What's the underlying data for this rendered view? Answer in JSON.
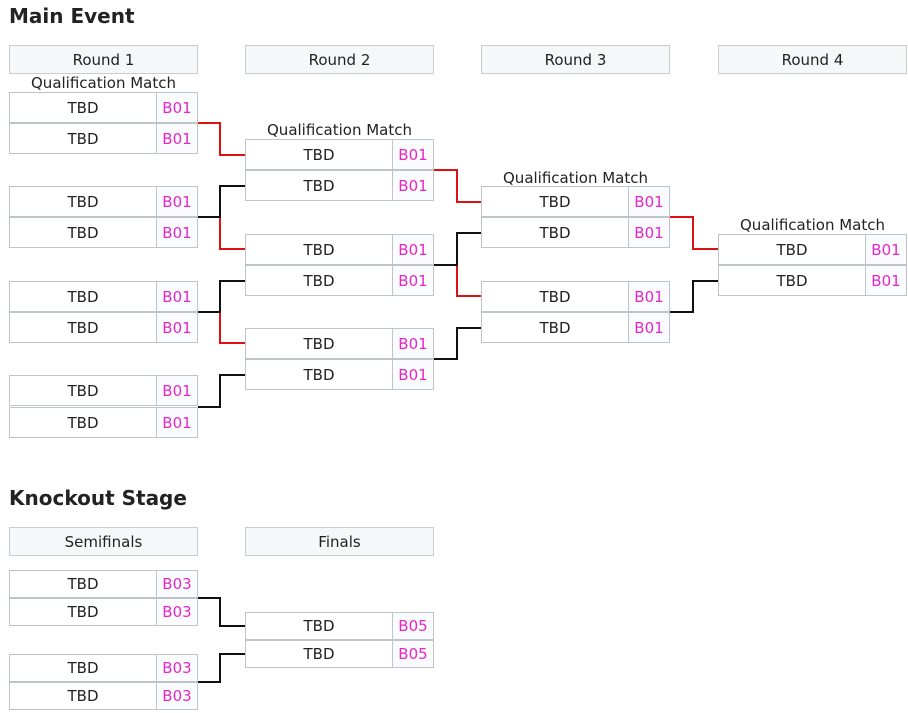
{
  "main_event": {
    "title": "Main Event",
    "rounds": [
      "Round 1",
      "Round 2",
      "Round 3",
      "Round 4"
    ],
    "match_label": "Qualification Match",
    "round1": [
      {
        "teams": [
          "TBD",
          "TBD"
        ],
        "bo": [
          "B01",
          "B01"
        ]
      },
      {
        "teams": [
          "TBD",
          "TBD"
        ],
        "bo": [
          "B01",
          "B01"
        ]
      },
      {
        "teams": [
          "TBD",
          "TBD"
        ],
        "bo": [
          "B01",
          "B01"
        ]
      },
      {
        "teams": [
          "TBD",
          "TBD"
        ],
        "bo": [
          "B01",
          "B01"
        ]
      }
    ],
    "round2": [
      {
        "teams": [
          "TBD",
          "TBD"
        ],
        "bo": [
          "B01",
          "B01"
        ]
      },
      {
        "teams": [
          "TBD",
          "TBD"
        ],
        "bo": [
          "B01",
          "B01"
        ]
      },
      {
        "teams": [
          "TBD",
          "TBD"
        ],
        "bo": [
          "B01",
          "B01"
        ]
      }
    ],
    "round3": [
      {
        "teams": [
          "TBD",
          "TBD"
        ],
        "bo": [
          "B01",
          "B01"
        ]
      },
      {
        "teams": [
          "TBD",
          "TBD"
        ],
        "bo": [
          "B01",
          "B01"
        ]
      }
    ],
    "round4": [
      {
        "teams": [
          "TBD",
          "TBD"
        ],
        "bo": [
          "B01",
          "B01"
        ]
      }
    ]
  },
  "knockout": {
    "title": "Knockout Stage",
    "rounds": [
      "Semifinals",
      "Finals"
    ],
    "semifinals": [
      {
        "teams": [
          "TBD",
          "TBD"
        ],
        "bo": [
          "B03",
          "B03"
        ]
      },
      {
        "teams": [
          "TBD",
          "TBD"
        ],
        "bo": [
          "B03",
          "B03"
        ]
      }
    ],
    "finals": [
      {
        "teams": [
          "TBD",
          "TBD"
        ],
        "bo": [
          "B05",
          "B05"
        ]
      }
    ]
  },
  "colors": {
    "highlight_line": "#dd1111",
    "normal_line": "#111111",
    "bo_text": "#e626c8",
    "header_bg": "#f6f7f9"
  }
}
